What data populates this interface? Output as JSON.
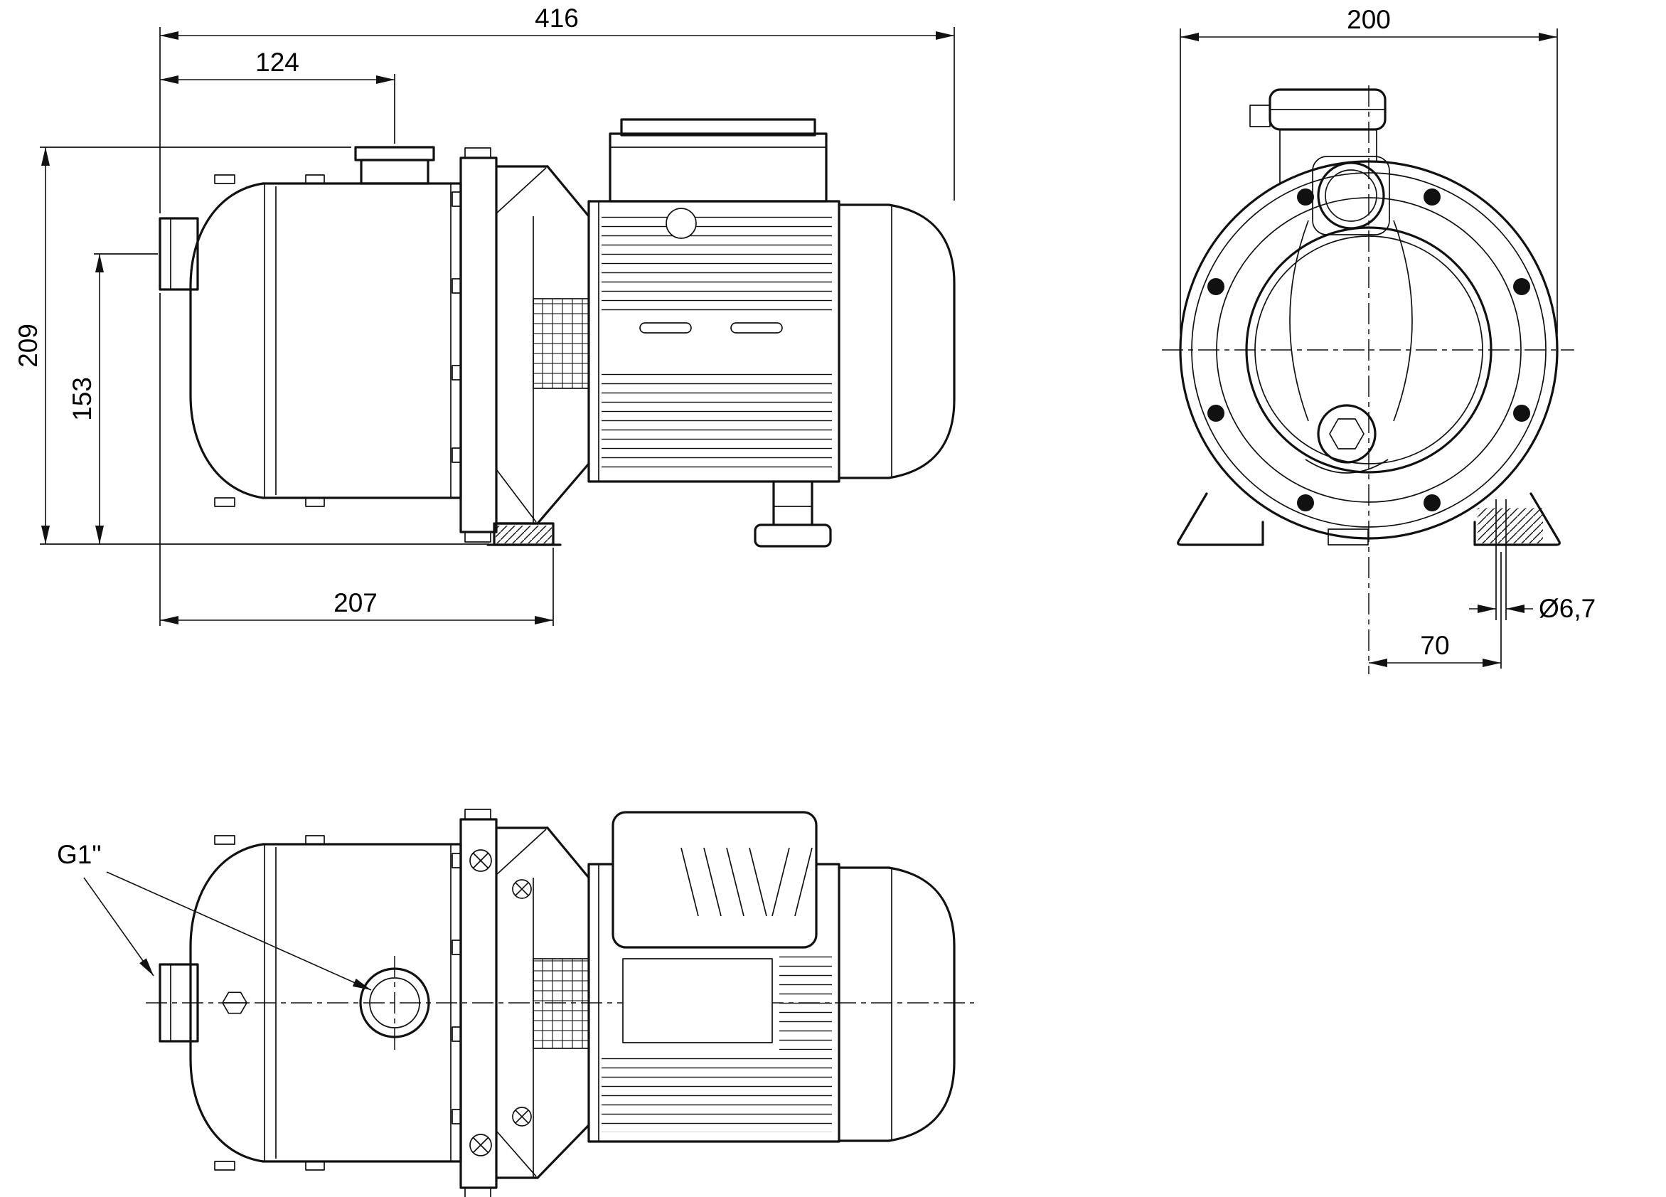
{
  "page": {
    "background": "#ffffff",
    "line_color": "#111111",
    "description": "Technical dimensional drawing of a self-priming jet pump, three orthographic views"
  },
  "views": {
    "side": {
      "dimensions": {
        "total_length": "416",
        "port_offset": "124",
        "overall_height": "209",
        "port_axis_height": "153",
        "body_length": "207"
      }
    },
    "front": {
      "dimensions": {
        "overall_width": "200",
        "foot_hole_spacing": "70",
        "foot_hole_diameter": "Ø6,7"
      }
    },
    "top": {
      "labels": {
        "port_thread": "G1\""
      }
    }
  }
}
